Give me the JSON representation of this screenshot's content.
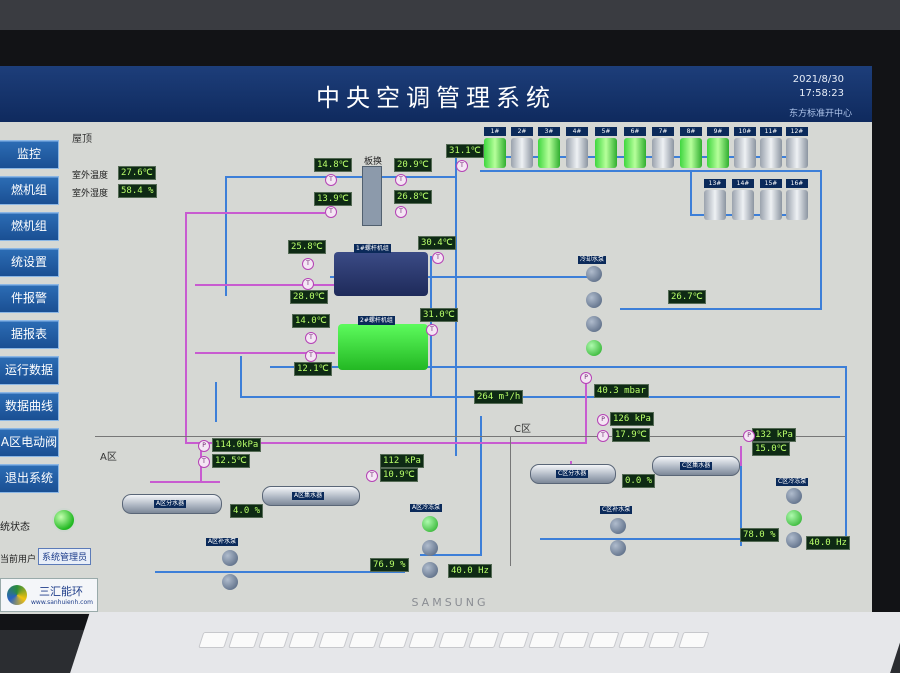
{
  "window": {
    "title": "中央空调管理系统",
    "date": "2021/8/30",
    "time": "17:58:23",
    "org": "东方标准开中心"
  },
  "sidebar": {
    "items": [
      {
        "label": "监控"
      },
      {
        "label": "燃机组"
      },
      {
        "label": "燃机组"
      },
      {
        "label": "统设置"
      },
      {
        "label": "件报警"
      },
      {
        "label": "据报表"
      },
      {
        "label": "运行数据"
      },
      {
        "label": "数据曲线"
      },
      {
        "label": "A区电动阀"
      },
      {
        "label": "退出系统"
      }
    ],
    "status_label": "统状态",
    "user_label": "当前用户",
    "user_name": "系统管理员"
  },
  "logo": {
    "name": "三汇能环",
    "url": "www.sanhuienh.com"
  },
  "areas": {
    "roof": "屋顶",
    "a": "A区",
    "c": "C区"
  },
  "outdoor": {
    "temp_label": "室外温度",
    "temp_value": "27.6℃",
    "humidity_label": "室外湿度",
    "humidity_value": "58.4 %"
  },
  "readouts": {
    "ex_in_left": "14.8℃",
    "ex_in_right": "20.9℃",
    "ex_out_left": "13.9℃",
    "ex_out_right": "26.8℃",
    "exchanger_label": "板换",
    "chiller1_in": "25.8℃",
    "chiller1_out": "30.4℃",
    "chiller1_bottom": "28.0℃",
    "chiller2_in": "14.0℃",
    "chiller2_out": "31.0℃",
    "chiller2_bottom": "12.1℃",
    "tower_supply": "31.1℃",
    "cooling_pumps": "冷却水泵",
    "cooling_return": "26.7℃",
    "pressure_diff": "40.3 mbar",
    "main_flow": "264 m³/h",
    "a_pressure": "114.0kPa",
    "a_temp": "12.5℃",
    "a_right_pressure": "112 kPa",
    "a_right_temp": "10.9℃",
    "a_valve": "4.0 %",
    "a_pump_pct": "76.9 %",
    "a_pump_hz": "40.0 Hz",
    "c_pressure": "126 kPa",
    "c_temp": "17.9℃",
    "c_right_pressure": "132 kPa",
    "c_right_temp": "15.0℃",
    "c_valve": "0.0 %",
    "c_pump_pct": "78.0 %",
    "c_pump_hz": "40.0 Hz"
  },
  "chillers": [
    {
      "label": "1#螺杆机组",
      "state": "off"
    },
    {
      "label": "2#螺杆机组",
      "state": "on"
    }
  ],
  "towers_row1": [
    {
      "label": "1#",
      "state": "on"
    },
    {
      "label": "2#",
      "state": "off"
    },
    {
      "label": "3#",
      "state": "on"
    },
    {
      "label": "4#",
      "state": "off"
    },
    {
      "label": "5#",
      "state": "on"
    },
    {
      "label": "6#",
      "state": "on"
    },
    {
      "label": "7#",
      "state": "off"
    },
    {
      "label": "8#",
      "state": "on"
    },
    {
      "label": "9#",
      "state": "on"
    },
    {
      "label": "10#",
      "state": "off"
    },
    {
      "label": "11#",
      "state": "off"
    },
    {
      "label": "12#",
      "state": "off"
    }
  ],
  "towers_row2": [
    {
      "label": "13#",
      "state": "off"
    },
    {
      "label": "14#",
      "state": "off"
    },
    {
      "label": "15#",
      "state": "off"
    },
    {
      "label": "16#",
      "state": "off"
    }
  ],
  "tanks": {
    "a_supply": "A区分水器",
    "a_return": "A区集水器",
    "a_pumps": "A区冷冻泵",
    "a_aux": "A区补水泵",
    "c_supply": "C区分水器",
    "c_return": "C区集水器",
    "c_pumps": "C区冷冻泵",
    "c_aux": "C区补水泵"
  },
  "bezel": {
    "brand": "SAMSUNG"
  }
}
